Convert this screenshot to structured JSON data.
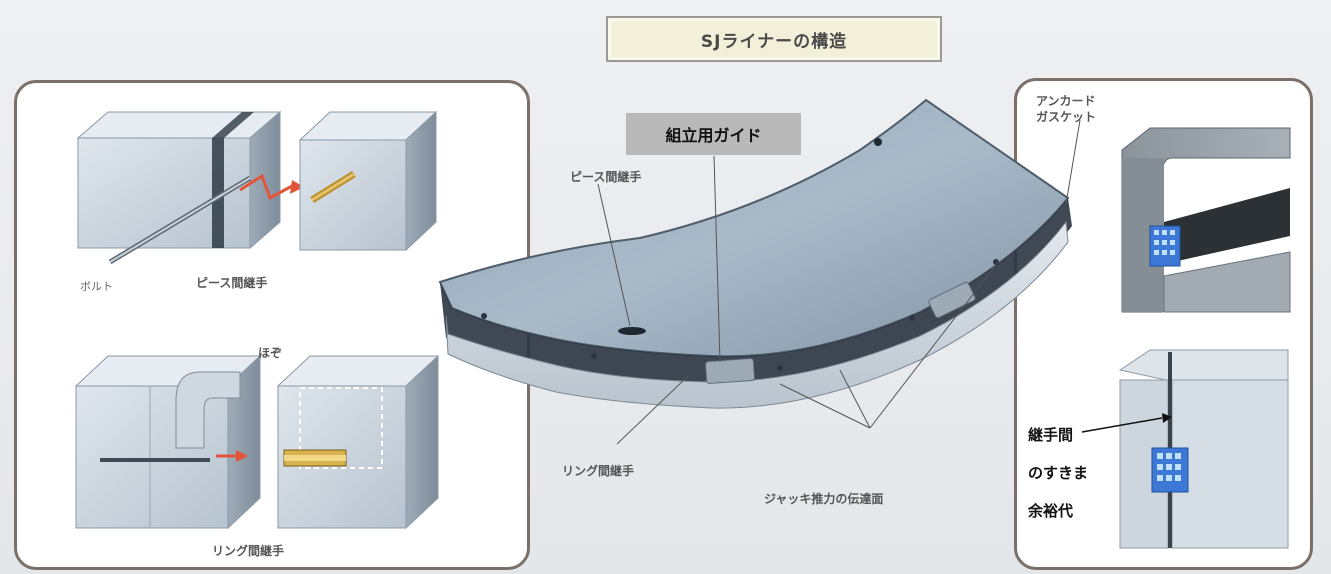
{
  "title": "SJライナーの構造",
  "labels": {
    "bolt": "ボルト",
    "piece_joint_left": "ピース間継手",
    "tenon": "ほぞ",
    "ring_joint_left": "リング間継手",
    "assembly_guide": "組立用ガイド",
    "piece_joint_center": "ピース間継手",
    "ring_joint_center": "リング間継手",
    "jack_face": "ジャッキ推力の伝達面",
    "anchor_gasket_1": "アンカード",
    "anchor_gasket_2": "ガスケット",
    "joint_gap_1": "継手間",
    "joint_gap_2": "のすきま",
    "joint_gap_3": "余裕代"
  }
}
